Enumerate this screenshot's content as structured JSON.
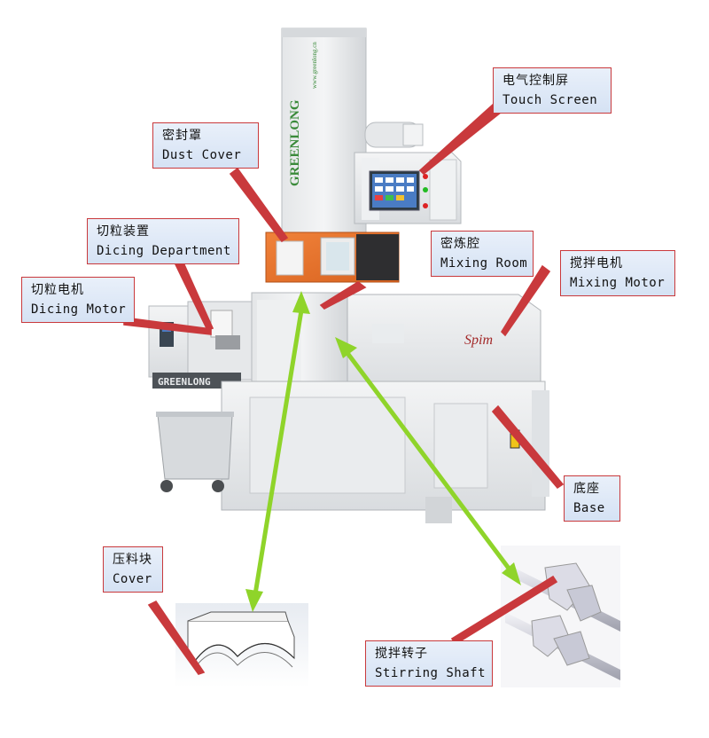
{
  "colors": {
    "callout_border": "#c9393c",
    "callout_fill": "#dbe6f5",
    "arrow_green": "#8fd42a",
    "leader_red": "#c9393c"
  },
  "machine": {
    "brand_vertical": "GREENLONG",
    "brand_url": "www.greenlong.cn",
    "brand_side": "GREENLONG",
    "panel_logo": "Spim"
  },
  "callouts": [
    {
      "id": "touch-screen",
      "zh": "电气控制屏",
      "en": "Touch Screen"
    },
    {
      "id": "dust-cover",
      "zh": "密封罩",
      "en": "Dust Cover"
    },
    {
      "id": "dicing-department",
      "zh": "切粒装置",
      "en": "Dicing Department"
    },
    {
      "id": "mixing-room",
      "zh": "密炼腔",
      "en": "Mixing Room"
    },
    {
      "id": "mixing-motor",
      "zh": "搅拌电机",
      "en": "Mixing Motor"
    },
    {
      "id": "dicing-motor",
      "zh": "切粒电机",
      "en": "Dicing Motor"
    },
    {
      "id": "base",
      "zh": "底座",
      "en": "Base"
    },
    {
      "id": "cover",
      "zh": "压料块",
      "en": "Cover"
    },
    {
      "id": "stirring-shaft",
      "zh": "搅拌转子",
      "en": "Stirring Shaft"
    }
  ]
}
